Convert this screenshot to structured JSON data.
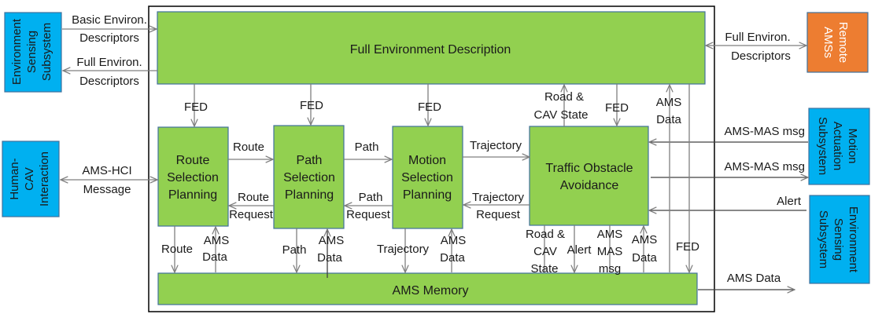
{
  "colors": {
    "green_block": "#92d050",
    "green_border": "#41719c",
    "blue_external": "#00b0f0",
    "orange_external": "#ed7d31",
    "arrow": "#7f7f7f",
    "frame": "#000000"
  },
  "blocks": {
    "fed": "Full Environment Description",
    "route": [
      "Route",
      "Selection",
      "Planning"
    ],
    "path": [
      "Path",
      "Selection",
      "Planning"
    ],
    "motion": [
      "Motion",
      "Selection",
      "Planning"
    ],
    "toa": [
      "Traffic Obstacle",
      "Avoidance"
    ],
    "memory": "AMS Memory"
  },
  "externals": {
    "env_sensing_left": [
      "Environment",
      "Sensing",
      "Subsystem"
    ],
    "human_cav": [
      "Human-",
      "CAV",
      "Interaction"
    ],
    "remote_ams": [
      "Remote",
      "AMSs"
    ],
    "motion_actuation": [
      "Motion",
      "Actuation",
      "Subsystem"
    ],
    "env_sensing_right": [
      "Environment",
      "Sensing",
      "Subsystem"
    ]
  },
  "labels": {
    "basic_environ": [
      "Basic Environ.",
      "Descriptors"
    ],
    "full_environ_left": [
      "Full Environ.",
      "Descriptors"
    ],
    "full_environ_right": [
      "Full Environ.",
      "Descriptors"
    ],
    "ams_hci": [
      "AMS-HCI",
      "Message"
    ],
    "fed": "FED",
    "route": "Route",
    "route_request": [
      "Route",
      "Request"
    ],
    "path": "Path",
    "path_request": [
      "Path",
      "Request"
    ],
    "trajectory": "Trajectory",
    "trajectory_request": [
      "Trajectory",
      "Request"
    ],
    "road_cav_state": [
      "Road &",
      "CAV State"
    ],
    "road_cav_state_lower": [
      "Road &",
      "CAV",
      "State"
    ],
    "ams_data": [
      "AMS",
      "Data"
    ],
    "ams_mas_msg": "AMS-MAS msg",
    "ams_mas_msg_stacked": [
      "AMS",
      "MAS",
      "msg"
    ],
    "alert": "Alert",
    "ams_data_out": "AMS Data"
  }
}
